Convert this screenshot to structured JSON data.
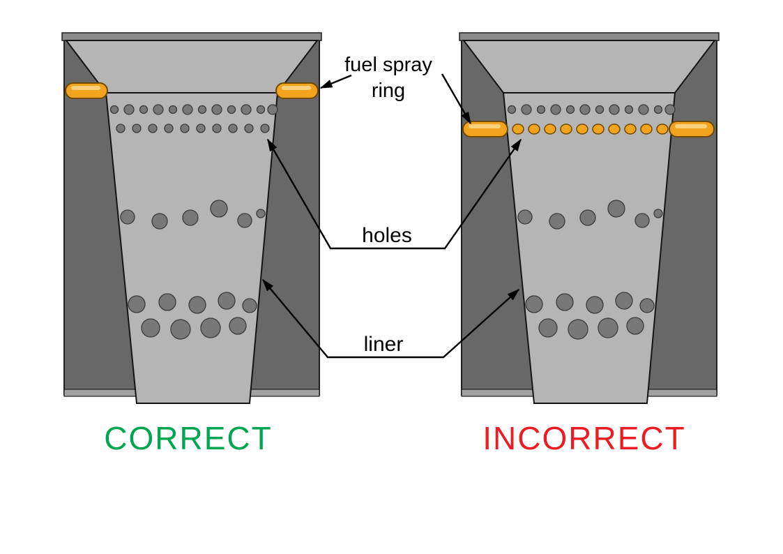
{
  "diagram": {
    "labels": {
      "fuel_spray_ring": {
        "line1": "fuel spray",
        "line2": "ring"
      },
      "holes": "holes",
      "liner": "liner"
    },
    "figures": [
      {
        "caption": "CORRECT"
      },
      {
        "caption": "INCORRECT"
      }
    ],
    "colors": {
      "correct_green": "#00A651",
      "incorrect_red": "#EC1C24",
      "ring_orange": "#F2A41E",
      "ring_outline": "#6E4A00",
      "casing_gray": "#686868",
      "liner_gray": "#B5B5B5",
      "hole_gray": "#787878"
    }
  }
}
